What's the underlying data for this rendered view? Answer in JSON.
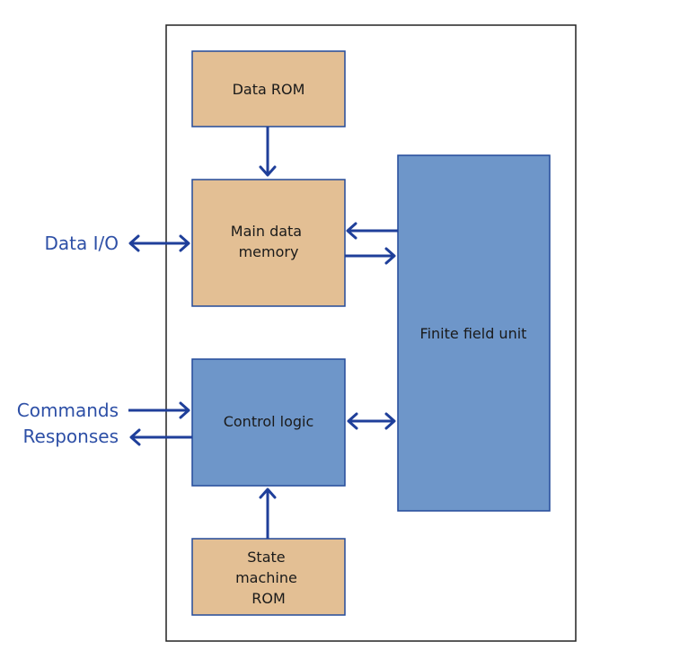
{
  "colors": {
    "rom_fill": "#e3bf94",
    "logic_fill": "#6e96c9",
    "block_border": "#234a9a",
    "arrow": "#1f3f9a",
    "external_text": "#2d4fa6",
    "outer_border": "#222222"
  },
  "blocks": {
    "data_rom": {
      "lines": [
        "Data ROM"
      ]
    },
    "main_memory": {
      "lines": [
        "Main data",
        "memory"
      ]
    },
    "control_logic": {
      "lines": [
        "Control logic"
      ]
    },
    "state_rom": {
      "lines": [
        "State",
        "machine",
        "ROM"
      ]
    },
    "ffu": {
      "lines": [
        "Finite field unit"
      ]
    }
  },
  "external": {
    "data_io": "Data I/O",
    "commands": "Commands",
    "responses": "Responses"
  }
}
